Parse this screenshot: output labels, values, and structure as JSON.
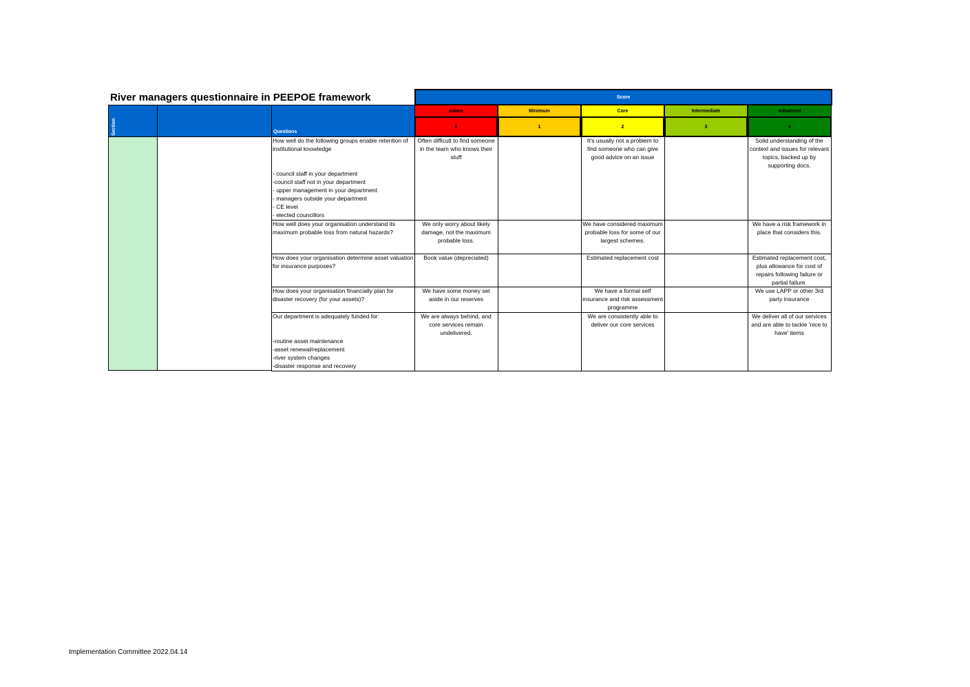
{
  "title": "River managers questionnaire in PEEPOE framework",
  "footer": "Implementation Committee 2022.04.14",
  "header": {
    "section_label": "Section",
    "questions_label": "Questions",
    "score_label": "Score",
    "levels": [
      {
        "name": "Aware",
        "score": "0",
        "color": "#ff0000"
      },
      {
        "name": "Minimum",
        "score": "1",
        "color": "#ffcc00"
      },
      {
        "name": "Core",
        "score": "2",
        "color": "#ffff00"
      },
      {
        "name": "Intermediate",
        "score": "3",
        "color": "#99cc00"
      },
      {
        "name": "Advanced",
        "score": "4",
        "color": "#008000"
      }
    ]
  },
  "colors": {
    "header_blue": "#0066cc",
    "section_green": "#c6efce"
  },
  "rows": [
    {
      "question": "How well do the following groups enable retention of institutional knowledge\n\n\n- council staff in your department\n-council staff not in your department\n- upper management in your department\n- managers outside your department\n- CE level\n- elected councillors",
      "aware": "Often difficult to find someone in the team who knows their stuff",
      "minimum": "",
      "core": "It's usually not a problem to find someone who can give good advice on an issue",
      "intermediate": "",
      "advanced": "Solid understanding of the context and issues for relevant topics, backed up by supporting docs."
    },
    {
      "question": "How well does your organisation understand its maximum probable loss from natural hazards?",
      "aware": "We only worry about likely damage, not the maximum probable loss.",
      "minimum": "",
      "core": "We have considered maximum probable loss for some of our largest schemes.",
      "intermediate": "",
      "advanced": "We have a risk framework in place that considers this."
    },
    {
      "question": "How does your organisation determine asset valuation for insurance purposes?",
      "aware": "Book value (depreciated)",
      "minimum": "",
      "core": "Estimated replacement cost",
      "intermediate": "",
      "advanced": "Estimated replacement cost, plus allowance for cost of repairs following failure or partial failure."
    },
    {
      "question": "How does your organisation financially plan for disaster recovery (for your assets)?",
      "aware": "We have some money set aside in our reserves",
      "minimum": "",
      "core": "We have a formal self insurance and risk assessment programme",
      "intermediate": "",
      "advanced": "We use LAPP or other 3rd party insurance"
    },
    {
      "question": "Our department is adequately funded for:\n\n\n-routine asset maintenance\n-asset renewal/replacement\n-river system changes\n-disaster response and recovery",
      "aware": "We are always behind, and core services remain undelivered.",
      "minimum": "",
      "core": "We are consistently able to deliver our core services",
      "intermediate": "",
      "advanced": "We deliver all of our services and are able to tackle 'nice to have' items"
    }
  ]
}
